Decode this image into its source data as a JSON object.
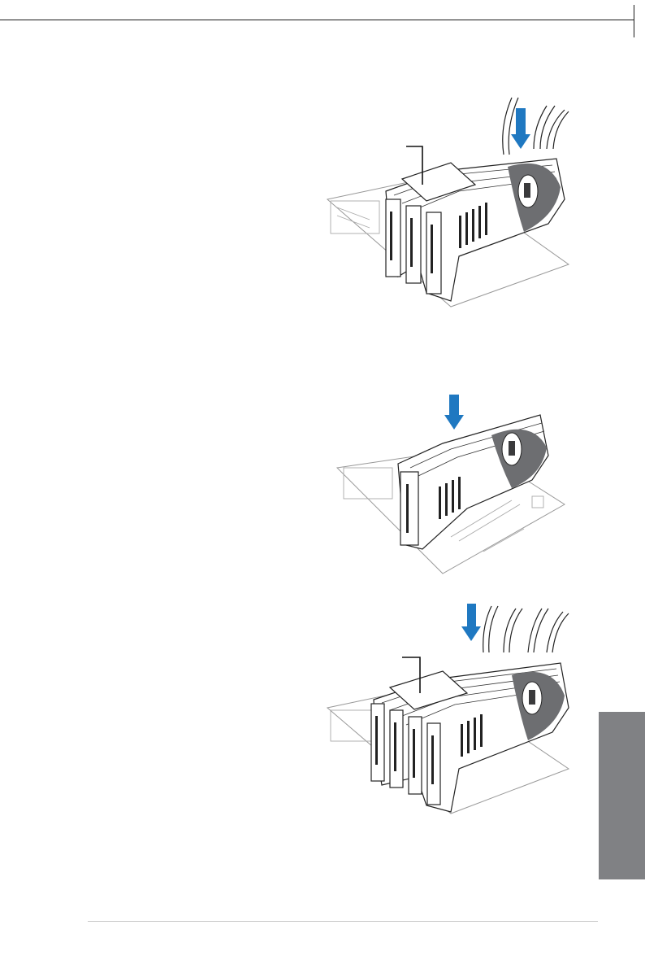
{
  "page": {
    "side_tab_color": "#808184",
    "accent_arrow_color": "#1f78c1"
  },
  "figures": [
    {
      "name": "three-card-crossfire-bridge",
      "icon": "graphics-card-illustration"
    },
    {
      "name": "single-card-install",
      "icon": "graphics-card-illustration"
    },
    {
      "name": "four-card-crossfire-bridge",
      "icon": "graphics-card-illustration"
    }
  ]
}
